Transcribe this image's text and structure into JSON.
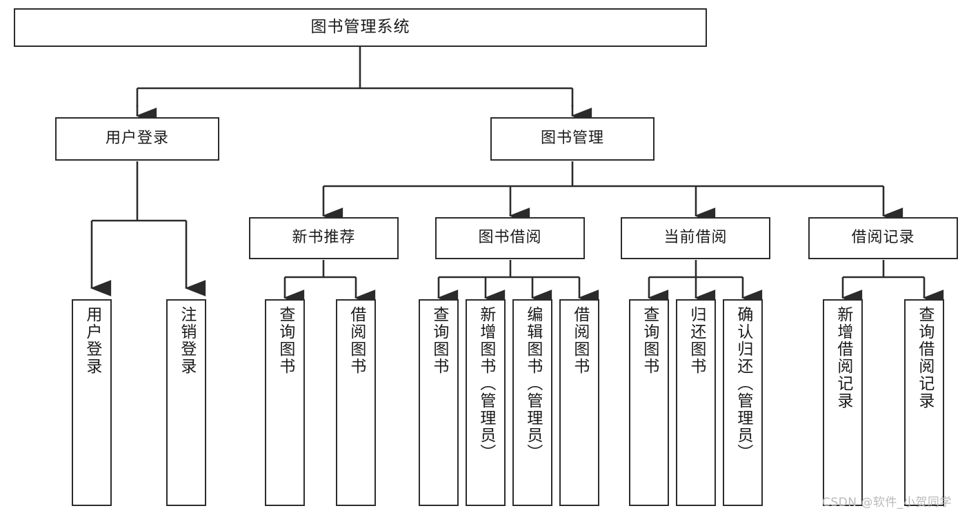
{
  "diagram": {
    "title": "图书管理系统",
    "watermark": "CSDN @软件_小贺同学",
    "stroke_color": "#2b2b2b",
    "background_color": "#ffffff",
    "text_color": "#1a1a1a",
    "watermark_color": "#b9b9b9"
  },
  "nodes": {
    "root": {
      "label": "图书管理系统"
    },
    "level2": [
      {
        "label": "用户登录"
      },
      {
        "label": "图书管理"
      }
    ],
    "level3": [
      {
        "label": "新书推荐"
      },
      {
        "label": "图书借阅"
      },
      {
        "label": "当前借阅"
      },
      {
        "label": "借阅记录"
      }
    ],
    "leaves": {
      "user_login": [
        {
          "label": "用户登录"
        },
        {
          "label": "注销登录"
        }
      ],
      "new_book_recommend": [
        {
          "label": "查询图书"
        },
        {
          "label": "借阅图书"
        }
      ],
      "book_borrow": [
        {
          "label": "查询图书"
        },
        {
          "label": "新增图书（管理员）"
        },
        {
          "label": "编辑图书（管理员）"
        },
        {
          "label": "借阅图书"
        }
      ],
      "current_borrow": [
        {
          "label": "查询图书"
        },
        {
          "label": "归还图书"
        },
        {
          "label": "确认归还（管理员）"
        }
      ],
      "borrow_record": [
        {
          "label": "新增借阅记录"
        },
        {
          "label": "查询借阅记录"
        }
      ]
    }
  }
}
